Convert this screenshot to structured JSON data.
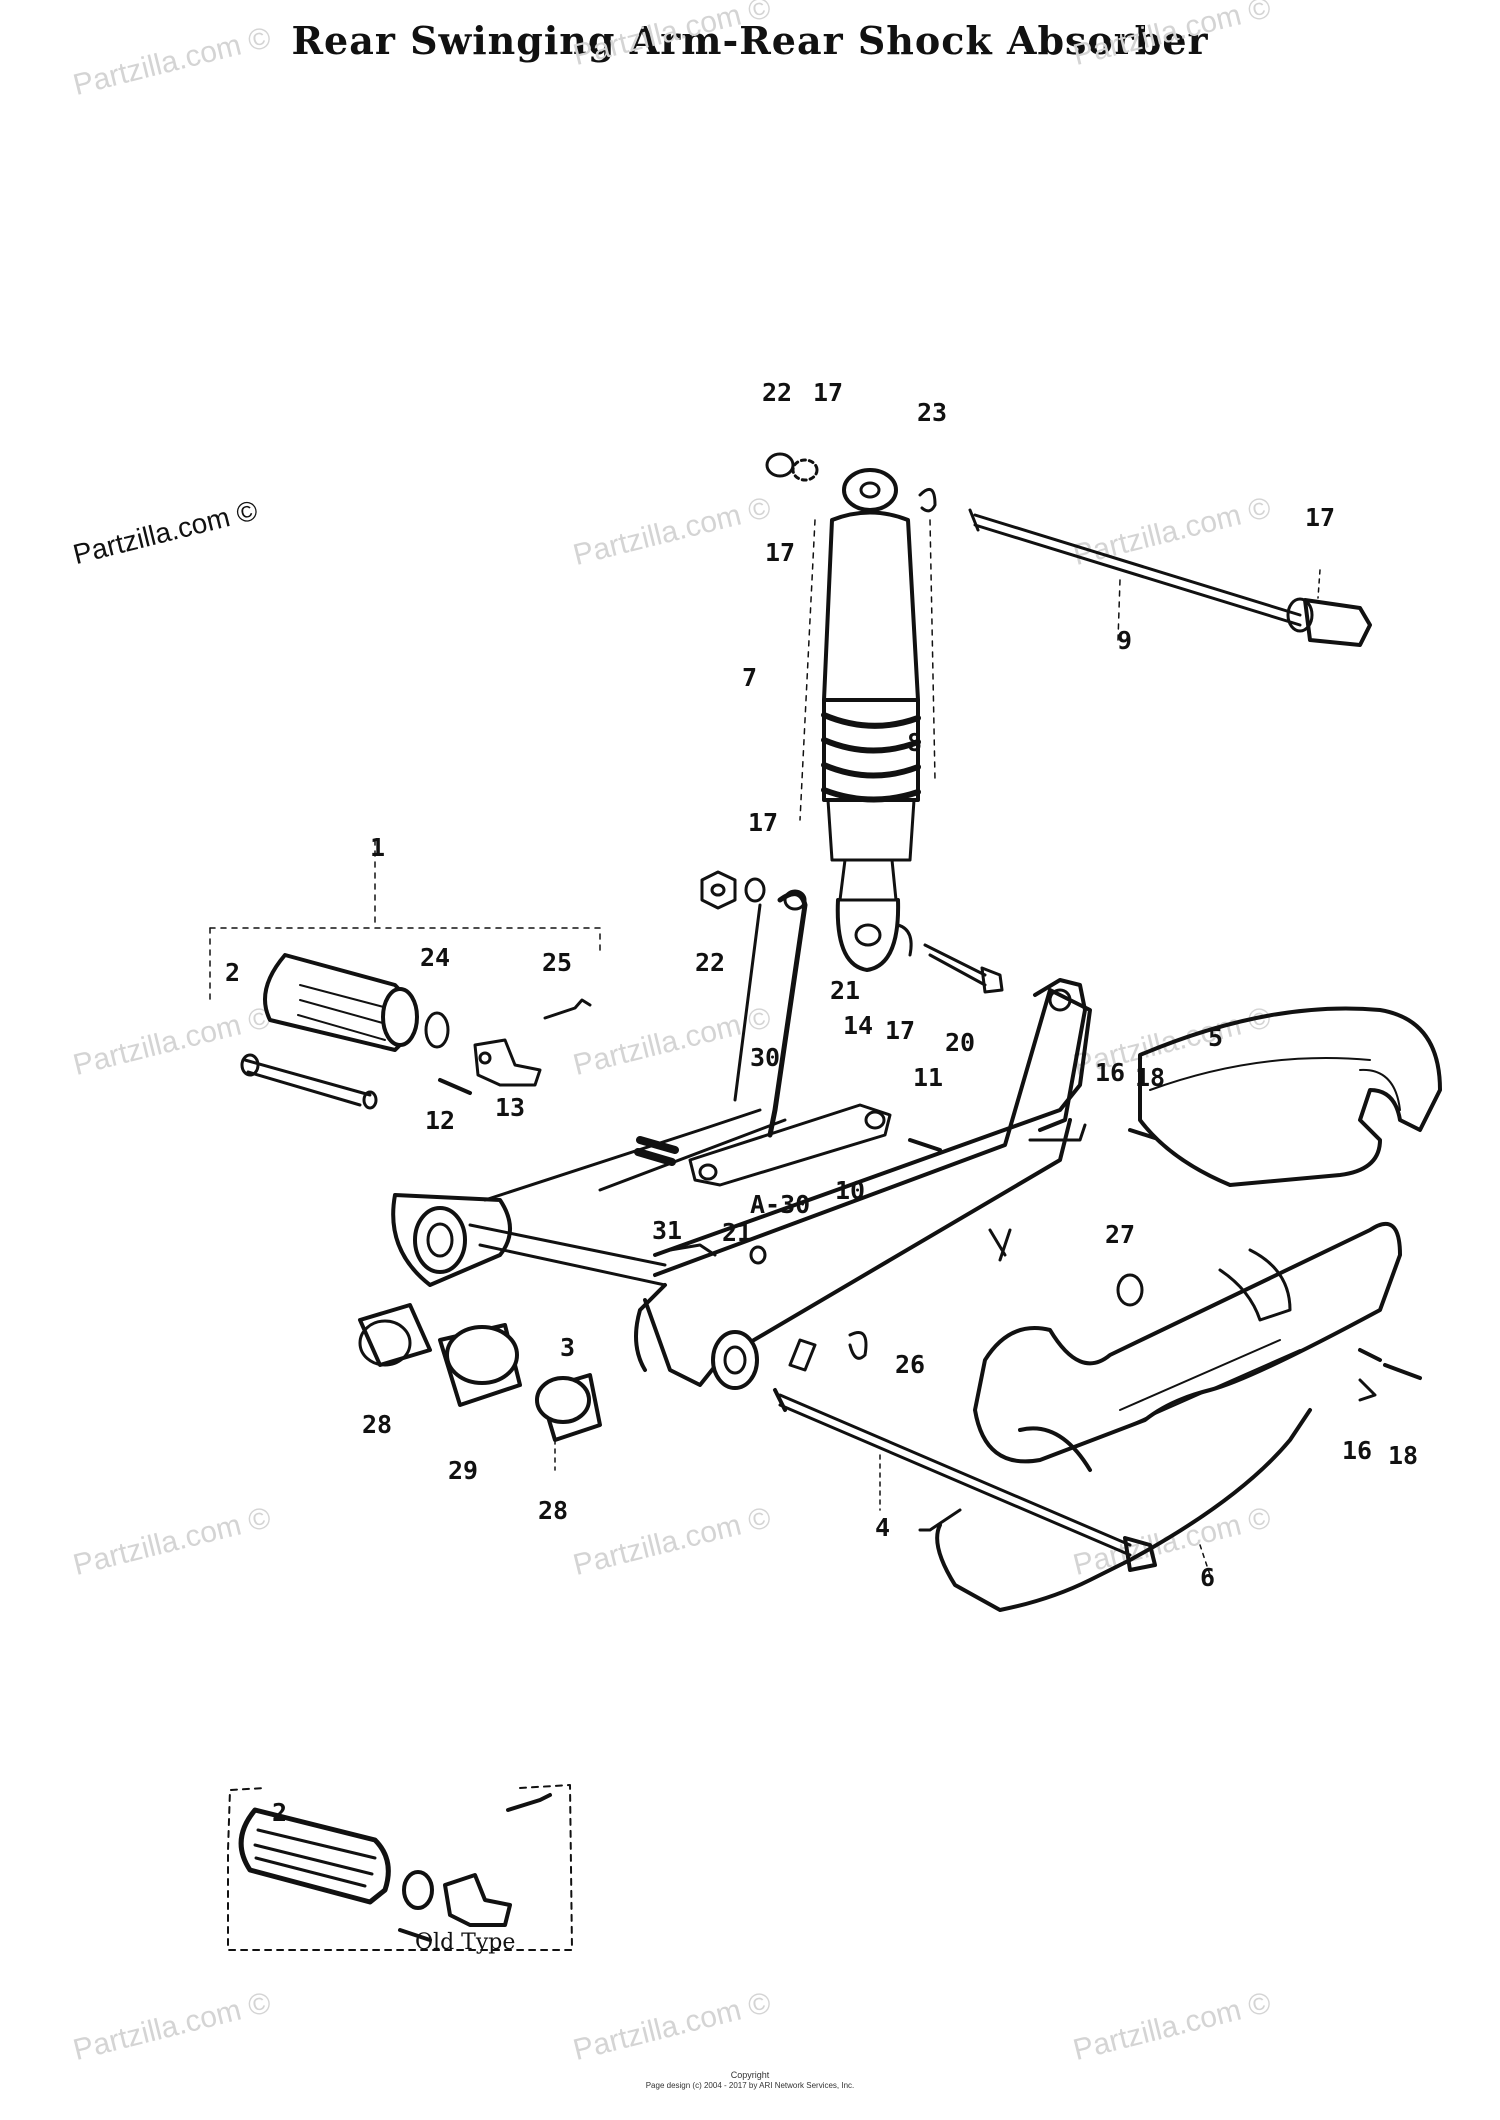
{
  "title": "Rear Swinging Arm-Rear Shock Absorber",
  "watermarks": [
    "Partzilla.com ©",
    "Partzilla.com ©",
    "Partzilla.com ©",
    "Partzilla.com ©",
    "Partzilla.com ©",
    "Partzilla.com ©",
    "Partzilla.com ©",
    "Partzilla.com ©",
    "Partzilla.com ©",
    "Partzilla.com ©",
    "Partzilla.com ©",
    "Partzilla.com ©",
    "Partzilla.com ©",
    "Partzilla.com ©",
    "Partzilla.com ©"
  ],
  "callouts": [
    "22",
    "17",
    "23",
    "17",
    "17",
    "9",
    "7",
    "8",
    "17",
    "1",
    "22",
    "24",
    "25",
    "2",
    "21",
    "20",
    "14",
    "17",
    "30",
    "11",
    "12",
    "13",
    "5",
    "16",
    "18",
    "A-30",
    "10",
    "31",
    "21",
    "27",
    "3",
    "26",
    "28",
    "29",
    "28",
    "4",
    "16",
    "18",
    "6",
    "2"
  ],
  "inset": {
    "label": "Old Type"
  },
  "footer": {
    "line1": "Copyright",
    "line2": "Page design (c) 2004 - 2017 by ARI Network Services, Inc."
  }
}
